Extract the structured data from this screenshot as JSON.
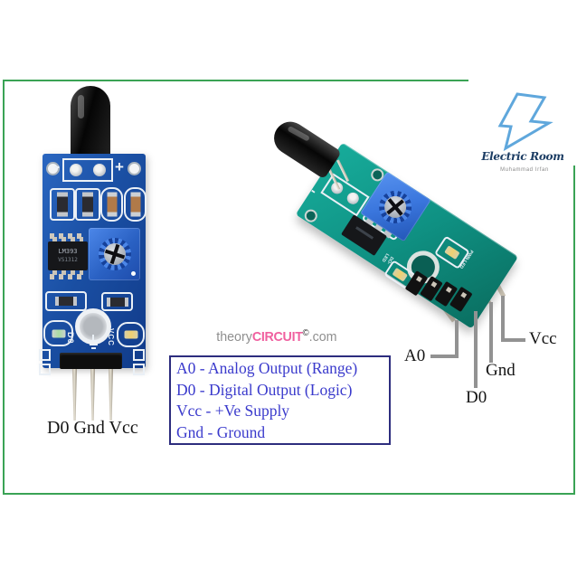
{
  "colors": {
    "frame": "#3aa355",
    "legend_text": "#3a3acc",
    "legend_border": "#2d2d7e",
    "brand_gray": "#8f8f8f",
    "brand_pink": "#f0609f",
    "bolt_blue": "#5fa7dc",
    "logo_navy": "#1b3c63",
    "subtitle_gray": "#8a8a8a",
    "callout_gray": "#929292",
    "label_black": "#141414",
    "pcb_blue": "#1a4fa3",
    "pcb_teal": "#0f9183",
    "pot_blue": "#3a76dd",
    "silk_white": "#eaf0f6",
    "pin_silver": "#cfc8ba"
  },
  "watermark": {
    "prefix": "theory",
    "brand": "CIRCUIT",
    "suffix": ".com",
    "copyright": "©"
  },
  "legend": {
    "lines": [
      "A0 - Analog Output (Range)",
      "D0 - Digital Output (Logic)",
      "Vcc - +Ve Supply",
      "Gnd - Ground"
    ]
  },
  "left_module": {
    "pins_label": "D0 Gnd Vcc",
    "minus": "-",
    "plus": "+",
    "ic_line1": "LM393",
    "ic_line2": "VS1312",
    "silk_d0": "D0",
    "silk_vcc": "VCC"
  },
  "right_module": {
    "minus": "-",
    "plus": "+",
    "silk_pwr": "PWR-LED",
    "silk_do": "DO-LED",
    "callouts": [
      {
        "label": "A0"
      },
      {
        "label": "D0"
      },
      {
        "label": "Gnd"
      },
      {
        "label": "Vcc"
      }
    ]
  },
  "logo": {
    "title": "Electric Room",
    "subtitle": "Muhammad Irfan"
  }
}
